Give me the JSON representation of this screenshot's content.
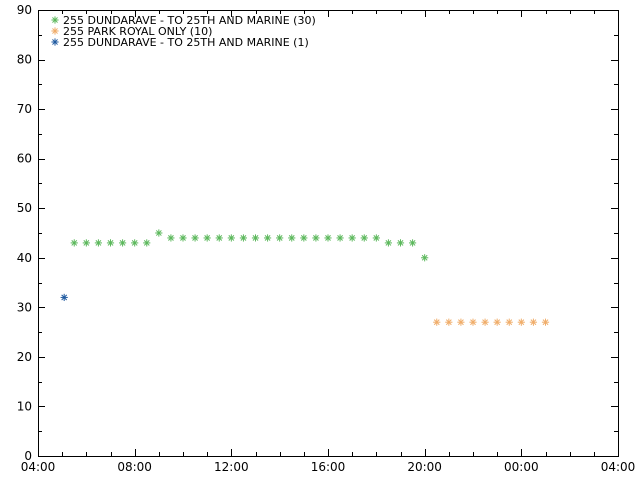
{
  "chart_data": {
    "type": "scatter",
    "xlim": [
      "04:00",
      "04:00+1"
    ],
    "ylim": [
      0,
      90
    ],
    "x_ticks": [
      "04:00",
      "08:00",
      "12:00",
      "16:00",
      "20:00",
      "00:00",
      "04:00"
    ],
    "y_ticks": [
      "0",
      "10",
      "20",
      "30",
      "40",
      "50",
      "60",
      "70",
      "80",
      "90"
    ],
    "legend": {
      "position": "top-left"
    },
    "grid": false,
    "series": [
      {
        "name": "255 DUNDARAVE - TO 25TH AND MARINE (30)",
        "color": "#5cb85c",
        "x": [
          "05:30",
          "06:00",
          "06:30",
          "07:00",
          "07:30",
          "08:00",
          "08:30",
          "09:00",
          "09:30",
          "10:00",
          "10:30",
          "11:00",
          "11:30",
          "12:00",
          "12:30",
          "13:00",
          "13:30",
          "14:00",
          "14:30",
          "15:00",
          "15:30",
          "16:00",
          "16:30",
          "17:00",
          "17:30",
          "18:00",
          "18:30",
          "19:00",
          "19:30",
          "20:00"
        ],
        "y": [
          43,
          43,
          43,
          43,
          43,
          43,
          43,
          45,
          44,
          44,
          44,
          44,
          44,
          44,
          44,
          44,
          44,
          44,
          44,
          44,
          44,
          44,
          44,
          44,
          44,
          44,
          43,
          43,
          43,
          40
        ]
      },
      {
        "name": "255 PARK ROYAL ONLY (10)",
        "color": "#f0ad6a",
        "x": [
          "20:30",
          "21:00",
          "21:30",
          "22:00",
          "22:30",
          "23:00",
          "23:30",
          "00:00",
          "00:30",
          "01:00"
        ],
        "y": [
          27,
          27,
          27,
          27,
          27,
          27,
          27,
          27,
          27,
          27
        ]
      },
      {
        "name": "255 DUNDARAVE - TO 25TH AND MARINE (1)",
        "color": "#1f5aa0",
        "x": [
          "05:05"
        ],
        "y": [
          32
        ]
      }
    ]
  }
}
